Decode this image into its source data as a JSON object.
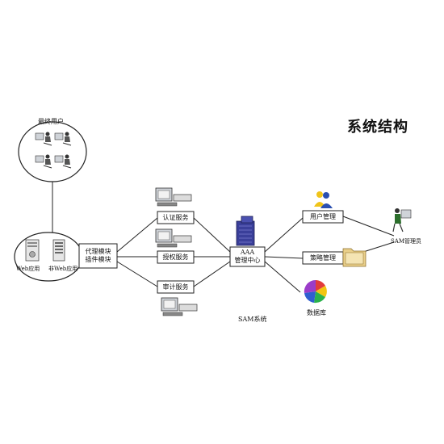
{
  "title": "系统结构",
  "users_group": {
    "label": "最终用户"
  },
  "gateway": {
    "web_app_label": "Web应用",
    "non_web_app_label": "非Web应用",
    "module_line1": "代理模块",
    "module_line2": "插件模块"
  },
  "services": [
    {
      "label": "认证服务"
    },
    {
      "label": "授权服务"
    },
    {
      "label": "审计服务"
    }
  ],
  "aaa_center": {
    "line1": "AAA",
    "line2": "管理中心"
  },
  "management": {
    "user_mgmt": "用户管理",
    "policy_mgmt": "策略管理",
    "database": "数据库"
  },
  "admin_label": "SAM管理员",
  "system_label": "SAM系统"
}
